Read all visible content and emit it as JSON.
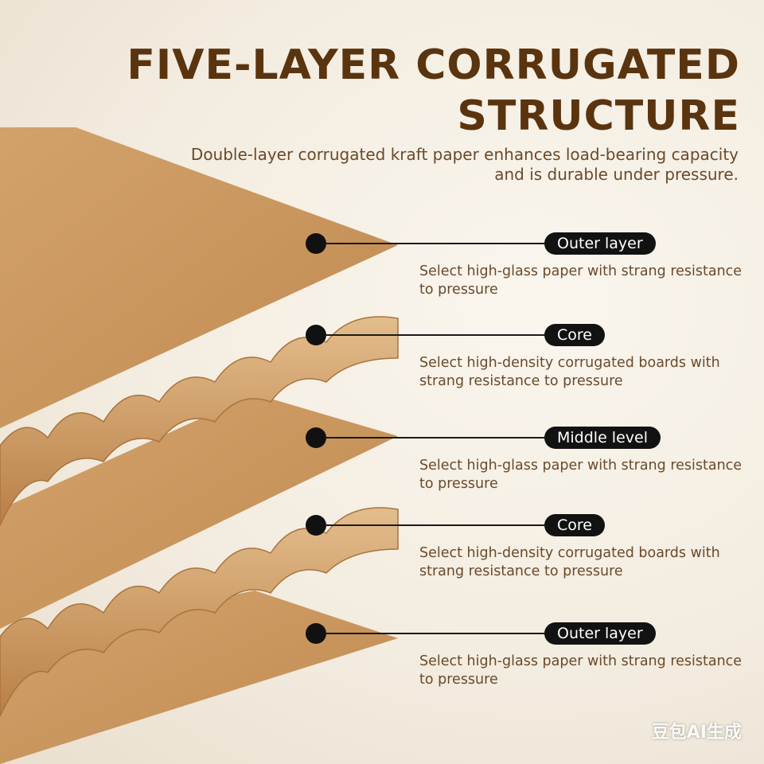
{
  "title": {
    "line1": "FIVE-LAYER CORRUGATED",
    "line2": "STRUCTURE"
  },
  "subtitle": "Double-layer corrugated kraft paper enhances load-bearing capacity and is durable under pressure.",
  "callouts": [
    {
      "label": "Outer layer",
      "description": "Select high-glass paper with strang resistance to pressure"
    },
    {
      "label": "Core",
      "description": "Select high-density corrugated boards with strang resistance to pressure"
    },
    {
      "label": "Middle level",
      "description": "Select high-glass paper with strang resistance to pressure"
    },
    {
      "label": "Core",
      "description": "Select high-density corrugated boards with strang resistance to pressure"
    },
    {
      "label": "Outer layer",
      "description": "Select high-glass paper with strang resistance to pressure"
    }
  ],
  "watermark": "豆包AI生成",
  "colors": {
    "title": "#5a340f",
    "kraft": "#c8935a",
    "kraft_light": "#dcb07c",
    "pill": "#121212"
  }
}
